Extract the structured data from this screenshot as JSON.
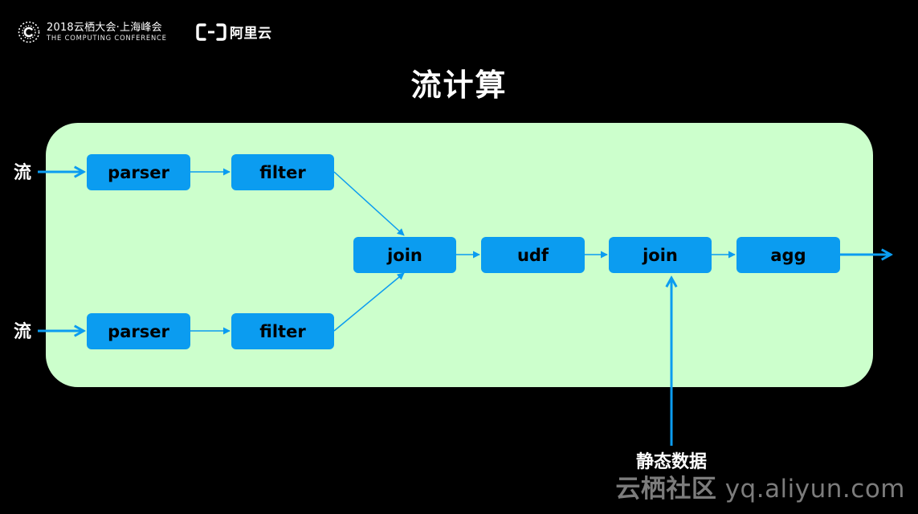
{
  "header": {
    "conference_title": "2018云栖大会·上海峰会",
    "conference_subtitle": "THE COMPUTING CONFERENCE",
    "company": "阿里云",
    "icons": [
      "conference-logo-icon",
      "aliyun-logo-icon"
    ]
  },
  "page": {
    "title": "流计算"
  },
  "diagram": {
    "colors": {
      "background": "#000000",
      "panel": "#ccffcc",
      "node": "#0b9cf0",
      "edge": "#0b9cf0"
    },
    "inputs": [
      {
        "label": "流"
      },
      {
        "label": "流"
      }
    ],
    "static_input": "静态数据",
    "nodes": {
      "parser_top": "parser",
      "filter_top": "filter",
      "parser_bottom": "parser",
      "filter_bottom": "filter",
      "join_1": "join",
      "udf": "udf",
      "join_2": "join",
      "agg": "agg"
    }
  },
  "watermark": {
    "brand": "云栖社区",
    "url": "yq.aliyun.com"
  }
}
